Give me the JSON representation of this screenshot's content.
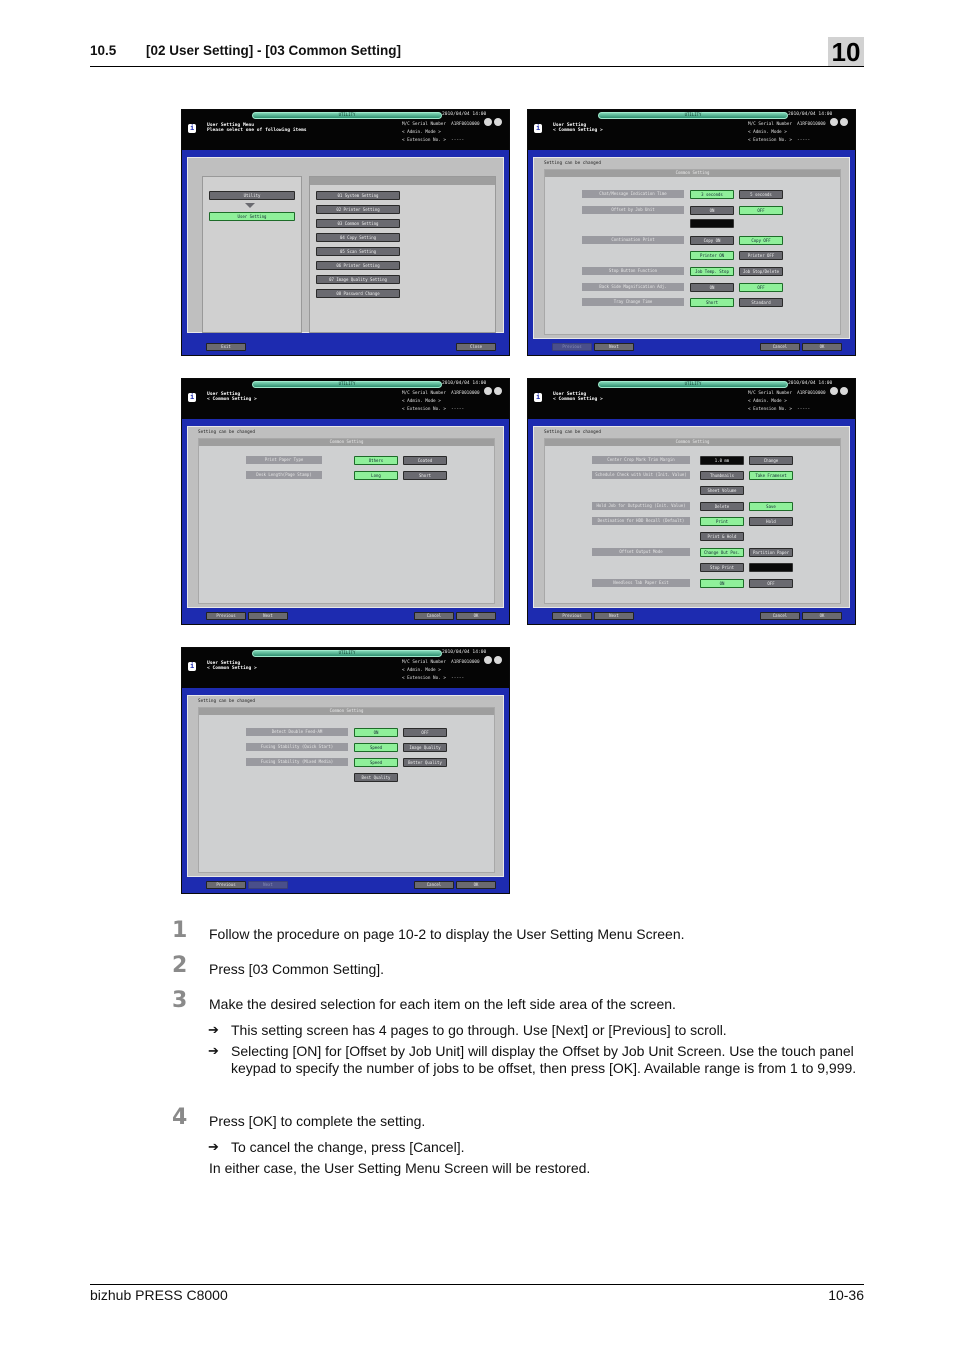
{
  "header": {
    "section": "10.5",
    "title": "[02 User Setting] - [03 Common Setting]",
    "chapter": "10"
  },
  "screen_common": {
    "utility": "UTILITY",
    "datetime": "2010/04/04 14:00",
    "serial": "M/C Serial Number  A1RF0010000\n< Admin. Mode >\n< Extension No. >  -----",
    "setting_can_be_changed": "Setting can be changed",
    "common_setting": "Common Setting",
    "previous": "Previous",
    "next": "Next",
    "cancel": "Cancel",
    "ok": "OK"
  },
  "screen_menu": {
    "name": "User Setting Menu\nPlease select one of following items",
    "utility_btn": "Utility",
    "user_setting_btn": "User Setting",
    "items": [
      "01 System Setting",
      "02 Printer Setting",
      "03 Common Setting",
      "04 Copy Setting",
      "05 Scan Setting",
      "06 Printer Setting",
      "07 Image Quality Setting",
      "08 Password Change"
    ],
    "exit": "Exit",
    "close": "Close"
  },
  "screen_page1": {
    "name": "User Setting\n< Common Setting >",
    "rows": [
      {
        "label": "Chat/Message Indication Time",
        "options": [
          "3 seconds",
          "5 seconds"
        ]
      },
      {
        "label": "Offset by Job Unit",
        "options": [
          "ON",
          "OFF"
        ]
      },
      {
        "label": "Continuation Print",
        "options": [
          "Copy ON",
          "Copy OFF",
          "Printer ON",
          "Printer OFF"
        ]
      },
      {
        "label": "Stop Button Function",
        "options": [
          "Job Temp. Stop",
          "Job Stop/Delete"
        ]
      },
      {
        "label": "Back Side Magnification Adj.",
        "options": [
          "ON",
          "OFF"
        ]
      },
      {
        "label": "Tray Change Time",
        "options": [
          "Short",
          "Standard"
        ]
      }
    ]
  },
  "screen_page2": {
    "name": "User Setting\n< Common Setting >",
    "rows": [
      {
        "label": "Print Paper Type",
        "options": [
          "Others",
          "Coated"
        ]
      },
      {
        "label": "Desk Length(Page Stamp)",
        "options": [
          "Long",
          "Short"
        ]
      }
    ]
  },
  "screen_page3": {
    "name": "User Setting\n< Common Setting >",
    "rows": [
      {
        "label": "Center Crop Mark Trim Margin",
        "options": [
          "1.0 mm",
          "Change"
        ]
      },
      {
        "label": "Schedule Check with Unit (Init. Value)",
        "options": [
          "Thumbnails",
          "Take Frameset",
          "Sheet Volume"
        ]
      },
      {
        "label": "Hold Job for Outputting (Init. Value)",
        "options": [
          "Delete",
          "Save"
        ]
      },
      {
        "label": "Destination for HDD Recall (Default)",
        "options": [
          "Print",
          "Hold",
          "Print & Hold"
        ]
      },
      {
        "label": "Offset Output Mode",
        "options": [
          "Change Out Pos.",
          "Partition Paper",
          "Stop Print"
        ]
      },
      {
        "label": "Needless Tab Paper Exit",
        "options": [
          "ON",
          "OFF"
        ]
      }
    ]
  },
  "screen_page4": {
    "name": "User Setting\n< Common Setting >",
    "rows": [
      {
        "label": "Detect Double Feed-AM",
        "options": [
          "ON",
          "OFF"
        ]
      },
      {
        "label": "Fusing Stability (Quick Start)",
        "options": [
          "Speed",
          "Image Quality"
        ]
      },
      {
        "label": "Fusing Stability (Mixed Media)",
        "options": [
          "Speed",
          "Better Quality",
          "Best Quality"
        ]
      }
    ]
  },
  "steps": [
    {
      "num": "1",
      "text": "Follow the procedure on page 10-2 to display the User Setting Menu Screen."
    },
    {
      "num": "2",
      "text": "Press [03 Common Setting]."
    },
    {
      "num": "3",
      "text": "Make the desired selection for each item on the left side area of the screen."
    },
    {
      "num": "4",
      "text": "Press [OK] to complete the setting."
    }
  ],
  "arrow_glyph": "➔",
  "bullets3": [
    "This setting screen has 4 pages to go through. Use [Next] or [Previous] to scroll.",
    "Selecting [ON] for [Offset by Job Unit] will display the Offset by Job Unit Screen. Use the touch panel keypad to specify the number of jobs to be offset, then press [OK]. Available range is from 1 to 9,999."
  ],
  "bullet4": "To cancel the change, press [Cancel].",
  "closing": "In either case, the User Setting Menu Screen will be restored.",
  "footer": {
    "left": "bizhub PRESS C8000",
    "right": "10-36"
  }
}
